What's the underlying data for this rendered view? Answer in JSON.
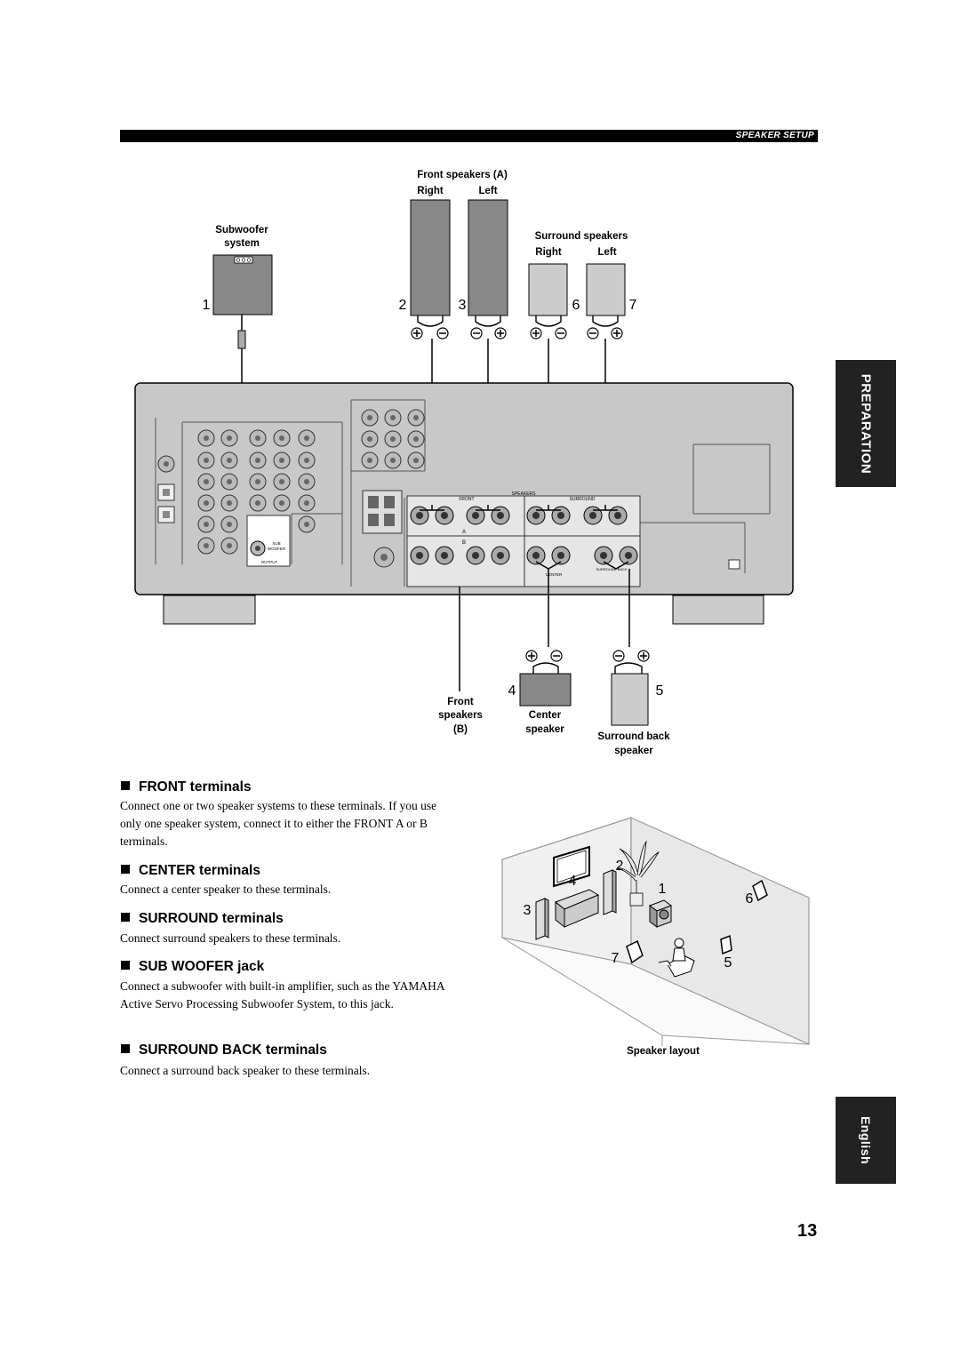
{
  "header": {
    "section": "SPEAKER SETUP"
  },
  "tabs": {
    "preparation": "PREPARATION",
    "english": "English"
  },
  "diagram": {
    "front_a_title": "Front speakers (A)",
    "front_a_right": "Right",
    "front_a_left": "Left",
    "surround_title": "Surround speakers",
    "surround_right": "Right",
    "surround_left": "Left",
    "subwoofer_line1": "Subwoofer",
    "subwoofer_line2": "system",
    "num_1": "1",
    "num_2": "2",
    "num_3": "3",
    "num_4": "4",
    "num_5": "5",
    "num_6": "6",
    "num_7": "7",
    "front_b_line1": "Front",
    "front_b_line2": "speakers",
    "front_b_line3": "(B)",
    "center_line1": "Center",
    "center_line2": "speaker",
    "surround_back_line1": "Surround back",
    "surround_back_line2": "speaker",
    "panel": {
      "speakers": "SPEAKERS",
      "front": "FRONT",
      "surround": "SURROUND",
      "a": "A",
      "b": "B",
      "center": "CENTER",
      "surround_back": "SURROUND BACK",
      "sub": "SUB",
      "woofer": "WOOFER",
      "output": "OUTPUT"
    }
  },
  "layout_figure": {
    "caption": "Speaker layout",
    "num_1": "1",
    "num_2": "2",
    "num_3": "3",
    "num_4": "4",
    "num_5": "5",
    "num_6": "6",
    "num_7": "7"
  },
  "sections": [
    {
      "heading": "FRONT terminals",
      "body": "Connect one or two speaker systems to these terminals. If you use only one speaker system, connect it to either the FRONT A or B terminals."
    },
    {
      "heading": "CENTER terminals",
      "body": "Connect a center speaker to these terminals."
    },
    {
      "heading": "SURROUND terminals",
      "body": "Connect surround speakers to these terminals."
    },
    {
      "heading": "SUB WOOFER jack",
      "body": "Connect a subwoofer with built-in amplifier, such as the YAMAHA Active Servo Processing Subwoofer System, to this jack."
    },
    {
      "heading": "SURROUND BACK terminals",
      "body": "Connect a surround back speaker to these terminals."
    }
  ],
  "page_number": "13"
}
